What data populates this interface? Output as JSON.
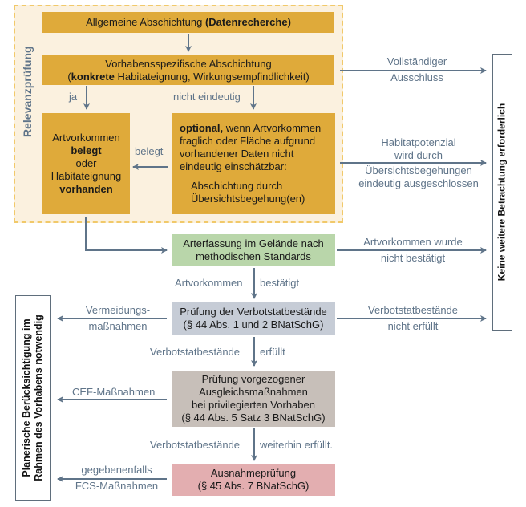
{
  "diagram": {
    "relevance_frame_label": "Relevanzprüfung",
    "boxes": {
      "general": {
        "text": "Allgemeine Abschichtung ",
        "bold": "(Datenrecherche)"
      },
      "specific": {
        "line1": "Vorhabensspezifische Abschichtung",
        "pre": "(",
        "bold": "konkrete",
        "post": " Habitateignung, Wirkungsempfindlichkeit)"
      },
      "present": {
        "line1": "Artvorkommen",
        "line2_bold": "belegt",
        "line3": "oder",
        "line4": "Habitateignung",
        "line5_bold": "vorhanden"
      },
      "optional": {
        "bold": "optional,",
        "line1": " wenn Artvorkommen",
        "line2": "fraglich oder Fläche aufgrund",
        "line3": "vorhandener Daten nicht",
        "line4": "eindeutig einschätzbar:",
        "line5": "Abschichtung durch",
        "line6": "Übersichtsbegehung(en)"
      },
      "survey": {
        "line1": "Arterfassung im Gelände nach",
        "line2": "methodischen Standards"
      },
      "prohibition": {
        "line1": "Prüfung der Verbotstatbestände",
        "line2": "(§ 44 Abs. 1 und 2 BNatSchG)"
      },
      "compensation": {
        "line1": "Prüfung vorgezogener",
        "line2": "Ausgleichsmaßnahmen",
        "line3": "bei privilegierten Vorhaben",
        "line4": "(§ 44 Abs. 5 Satz 3 BNatSchG)"
      },
      "exception": {
        "line1": "Ausnahmeprüfung",
        "line2": "(§ 45 Abs. 7 BNatSchG)"
      }
    },
    "side_boxes": {
      "right": "Keine weitere Betrachtung erforderlich",
      "left_line1": "Planerische Berücksichtigung im",
      "left_line2": "Rahmen des Vorhabens notwendig"
    },
    "edge_labels": {
      "ja": "ja",
      "nicht_eindeutig": "nicht eindeutig",
      "belegt": "belegt",
      "vollstaendig_1": "Vollständiger",
      "vollstaendig_2": "Ausschluss",
      "habitat_1": "Habitatpotenzial",
      "habitat_2": "wird durch",
      "habitat_3": "Übersichtsbegehungen",
      "habitat_4": "eindeutig ausgeschlossen",
      "notconf_1": "Artvorkommen wurde",
      "notconf_2": "nicht bestätigt",
      "conf_left": "Artvorkommen",
      "conf_right": "bestätigt",
      "notmet_1": "Verbotstatbestände",
      "notmet_2": "nicht erfüllt",
      "avoid_1": "Vermeidungs-",
      "avoid_2": "maßnahmen",
      "met_left": "Verbotstatbestände",
      "met_right": "erfüllt",
      "cef": "CEF-Maßnahmen",
      "still_left": "Verbotstatbestände",
      "still_right": "weiterhin erfüllt.",
      "fcs_1": "gegebenenfalls",
      "fcs_2": "FCS-Maßnahmen"
    },
    "colors": {
      "gold": "#dfaa3a",
      "green": "#b9d6aa",
      "blue_grey": "#c6ccd6",
      "taupe": "#c7bfb9",
      "pink": "#e3aeb0",
      "arrow": "#5f7489",
      "frame_fill": "#fbf1df",
      "frame_border": "#f1c96a"
    }
  }
}
